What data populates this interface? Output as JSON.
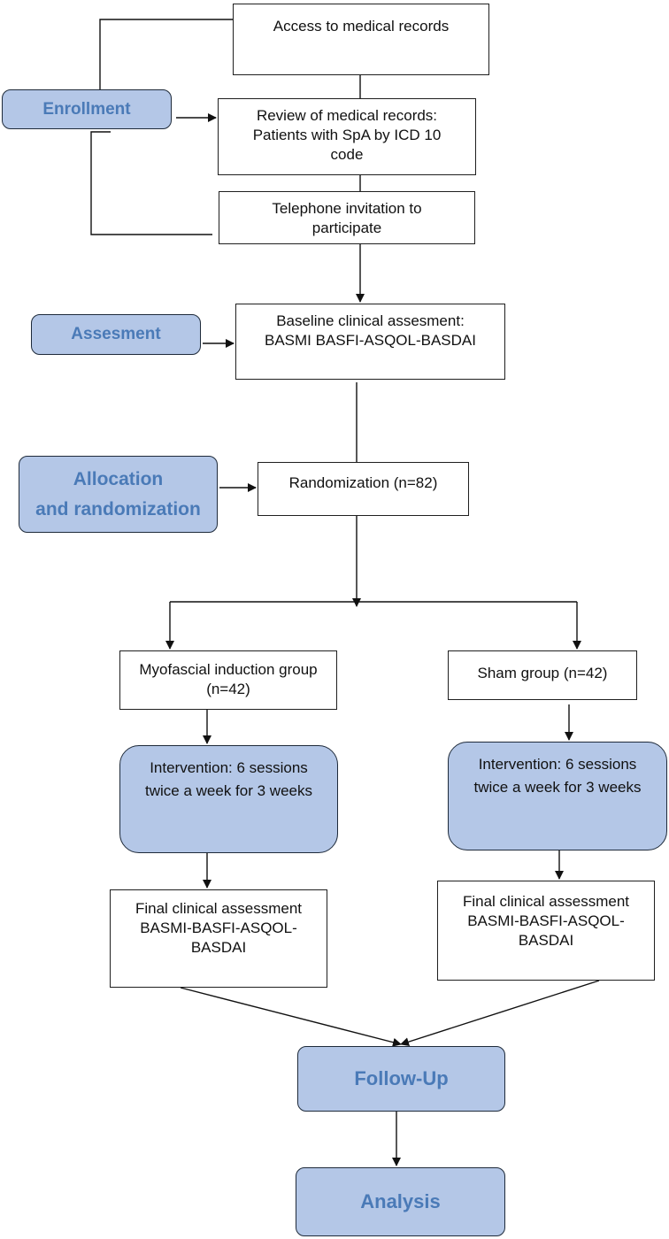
{
  "stages": {
    "enrollment": "Enrollment",
    "assesment": "Assesment",
    "allocation": "Allocation\nand randomization",
    "followup": "Follow-Up",
    "analysis": "Analysis"
  },
  "steps": {
    "access": "Access to medical records",
    "review": "Review of medical records:\nPatients with SpA by ICD 10\ncode",
    "phone": "Telephone invitation to\nparticipate",
    "baseline": "Baseline clinical assesment:\nBASMI BASFI-ASQOL-BASDAI",
    "randomization": "Randomization (n=82)",
    "myofascial_group": "Myofascial induction group\n(n=42)",
    "sham_group": "Sham group (n=42)",
    "intervention_left": "Intervention: 6 sessions\ntwice a week for 3 weeks",
    "intervention_right": "Intervention: 6 sessions\ntwice a week for 3 weeks",
    "final_left": "Final clinical assessment\nBASMI-BASFI-ASQOL-\nBASDAI",
    "final_right": "Final clinical assessment\nBASMI-BASFI-ASQOL-\nBASDAI"
  },
  "colors": {
    "stage_fill": "#b4c7e7",
    "stage_text": "#4a7ab7",
    "line": "#111111"
  }
}
